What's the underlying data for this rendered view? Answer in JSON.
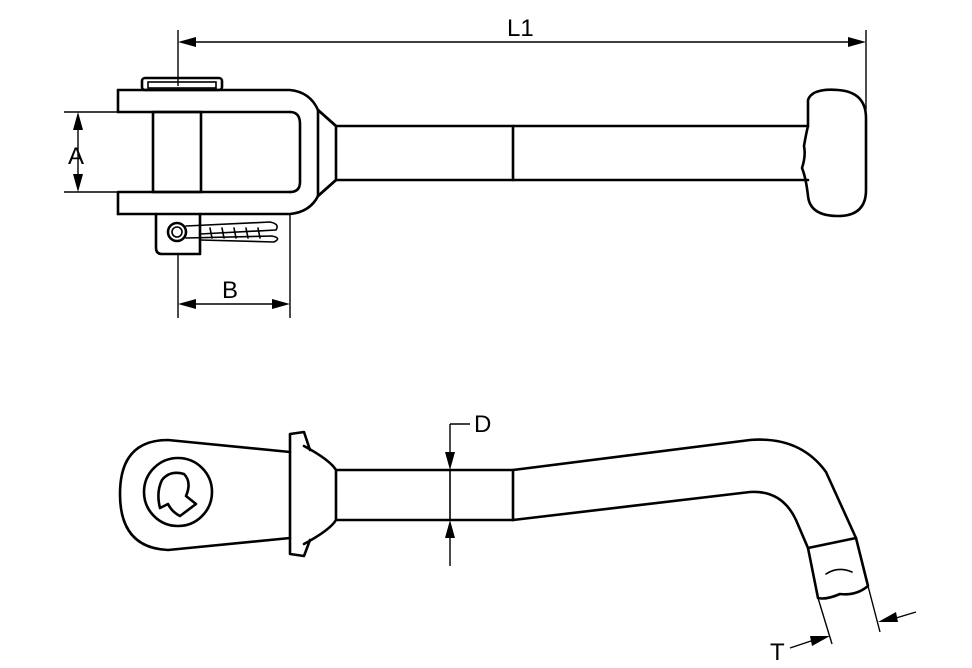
{
  "dimensions": {
    "L1": "L1",
    "A": "A",
    "B": "B",
    "D": "D",
    "T": "T"
  },
  "colors": {
    "line": "#000000",
    "background": "#ffffff"
  }
}
